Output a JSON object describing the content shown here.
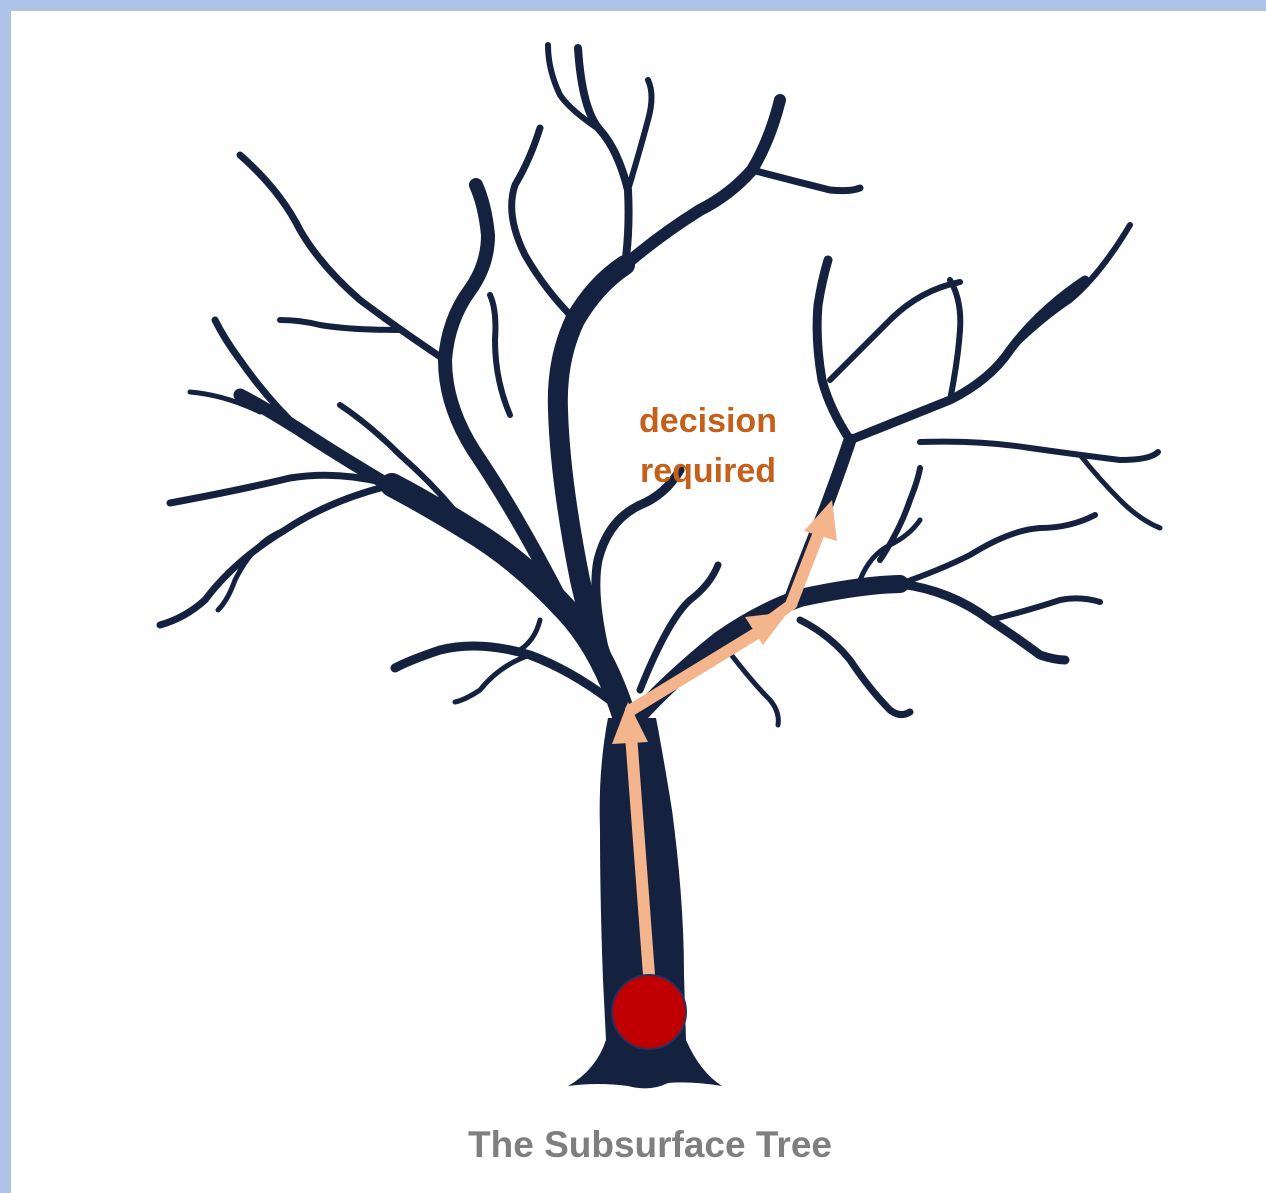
{
  "diagram": {
    "annotation_line1": "decision",
    "annotation_line2": "required",
    "caption": "The Subsurface Tree"
  },
  "colors": {
    "frame": "#aec3e8",
    "tree": "#14223f",
    "arrow": "#f4b48c",
    "annotation": "#c5601b",
    "caption": "#7f7f7f",
    "origin_dot": "#c00000"
  },
  "icons": {
    "tree": "bare-tree-icon",
    "origin": "circle-dot",
    "path": "arrow-path"
  }
}
